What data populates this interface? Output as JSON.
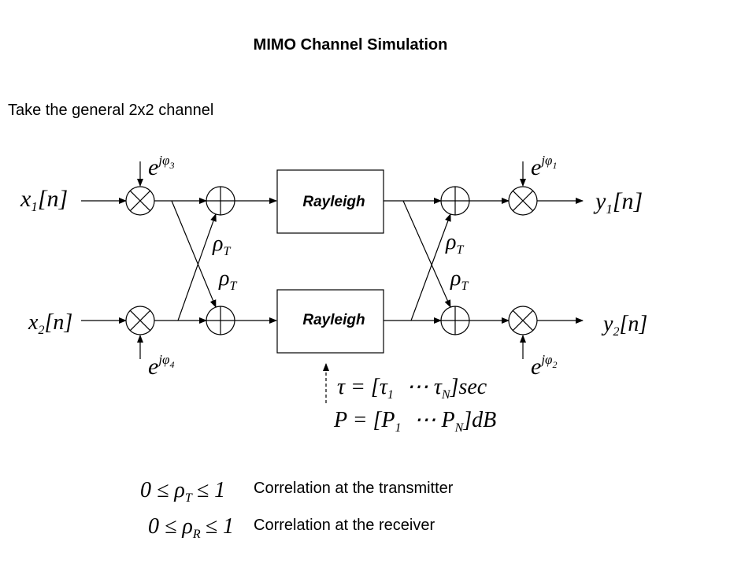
{
  "title": "MIMO Channel Simulation",
  "intro": "Take the general 2x2 channel",
  "blocks": {
    "upper": "Rayleigh",
    "lower": "Rayleigh"
  },
  "inputs": {
    "x1": {
      "base": "x",
      "sub": "1",
      "arg": "[n]"
    },
    "x2": {
      "base": "x",
      "sub": "2",
      "arg": "[n]"
    }
  },
  "outputs": {
    "y1": {
      "base": "y",
      "sub": "1",
      "arg": "[n]"
    },
    "y2": {
      "base": "y",
      "sub": "2",
      "arg": "[n]"
    }
  },
  "phases": {
    "p3": {
      "base": "e",
      "exp": "jφ",
      "sub": "3"
    },
    "p4": {
      "base": "e",
      "exp": "jφ",
      "sub": "4"
    },
    "p1": {
      "base": "e",
      "exp": "jφ",
      "sub": "1"
    },
    "p2": {
      "base": "e",
      "exp": "jφ",
      "sub": "2"
    }
  },
  "rho": {
    "base": "ρ",
    "sub": "T"
  },
  "delays": {
    "lhs": "τ = [τ",
    "s1": "1",
    "mid": "⋯ τ",
    "sN": "N",
    "rhs": "]sec"
  },
  "powers": {
    "lhs": "P = [P",
    "s1": "1",
    "mid": "⋯ P",
    "sN": "N",
    "rhs": "]dB"
  },
  "legend": {
    "tx": {
      "lhs": "0 ≤ ρ",
      "sub": "T",
      "rhs": "≤ 1",
      "text": "Correlation at the transmitter"
    },
    "rx": {
      "lhs": "0 ≤ ρ",
      "sub": "R",
      "rhs": "≤ 1",
      "text": "Correlation at the receiver"
    }
  }
}
